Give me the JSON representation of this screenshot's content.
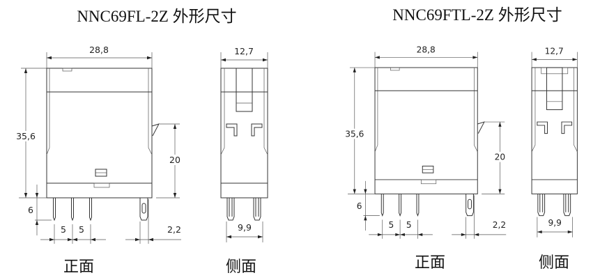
{
  "drawings": [
    {
      "title": "NNC69FL-2Z 外形尺寸",
      "front_caption": "正面",
      "side_caption": "侧面",
      "dims": {
        "width": "28,8",
        "height": "35,6",
        "latch_height": "20",
        "pin_length": "6",
        "pitch_1": "5",
        "pitch_2": "5",
        "pin_offset": "2,2",
        "depth": "12,7",
        "pin_span": "9,9"
      }
    },
    {
      "title": "NNC69FTL-2Z 外形尺寸",
      "front_caption": "正面",
      "side_caption": "侧面",
      "dims": {
        "width": "28,8",
        "height": "35,6",
        "latch_height": "20",
        "pin_length": "6",
        "pitch_1": "5",
        "pitch_2": "5",
        "pin_offset": "2,2",
        "depth": "12,7",
        "pin_span": "9,9"
      }
    }
  ]
}
